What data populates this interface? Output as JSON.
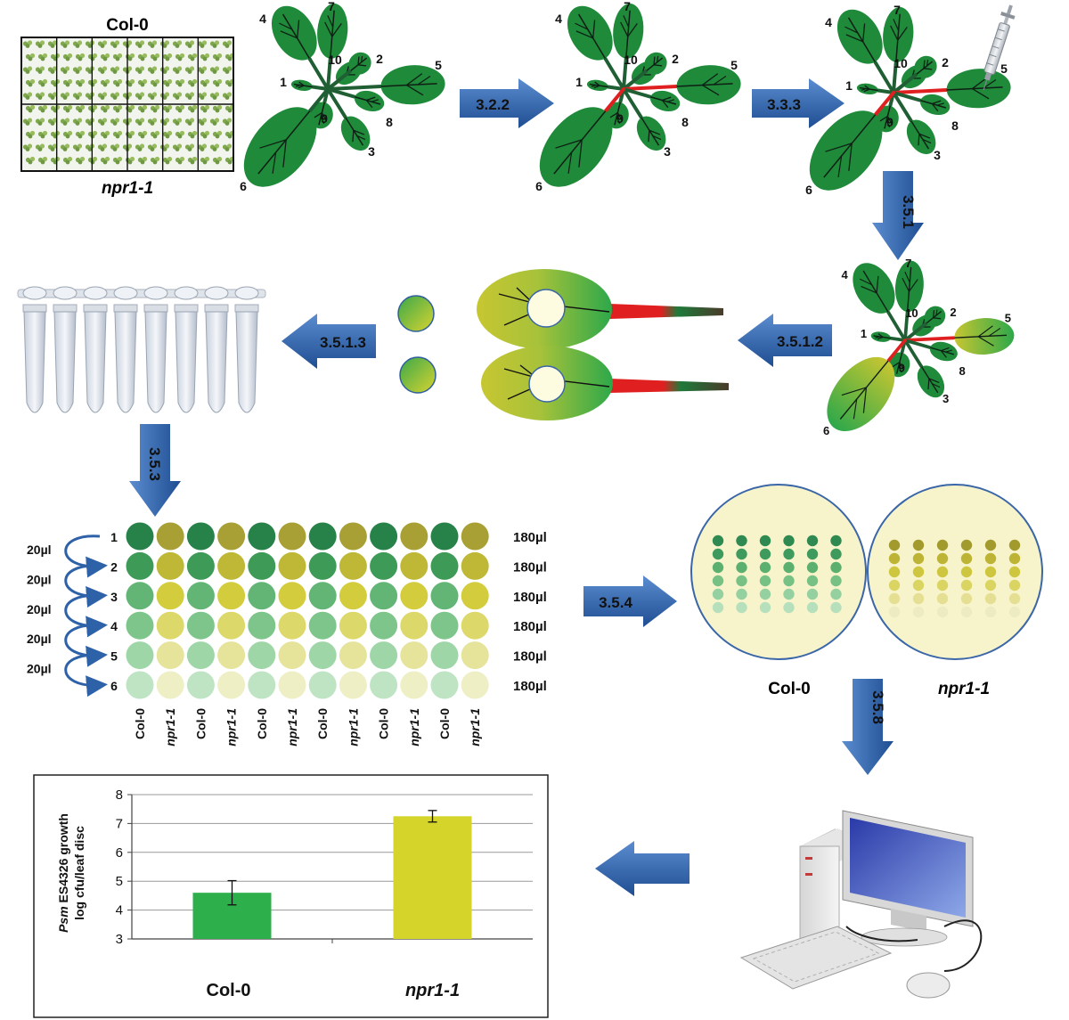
{
  "tray": {
    "top_label": "Col-0",
    "bottom_label": "npr1-1"
  },
  "leaf_numbers": [
    "1",
    "2",
    "3",
    "4",
    "5",
    "6",
    "7",
    "8",
    "9",
    "10"
  ],
  "steps": {
    "s1": "3.2.2",
    "s2": "3.3.3",
    "s3": "3.5.1",
    "s4": "3.5.1.2",
    "s5": "3.5.1.3",
    "s6": "3.5.3",
    "s7": "3.5.4",
    "s8": "3.5.8"
  },
  "dilution": {
    "row_numbers": [
      "1",
      "2",
      "3",
      "4",
      "5",
      "6"
    ],
    "transfer_label": "20µl",
    "volume_label": "180µl",
    "column_labels": [
      "Col-0",
      "npr1-1",
      "Col-0",
      "npr1-1",
      "Col-0",
      "npr1-1",
      "Col-0",
      "npr1-1",
      "Col-0",
      "npr1-1",
      "Col-0",
      "npr1-1"
    ]
  },
  "plates": {
    "left_label": "Col-0",
    "right_label": "npr1-1"
  },
  "colors": {
    "arrow_blue": "#2e62a8",
    "leaf_green": "#1e8a3a",
    "petiole_red": "#e02020",
    "plate_fill": "#f7f4cc",
    "bar_col0": "#2db04b",
    "bar_npr": "#d4d42a"
  },
  "chart_data": {
    "type": "bar",
    "categories": [
      "Col-0",
      "npr1-1"
    ],
    "values": [
      4.6,
      7.25
    ],
    "error": [
      0.42,
      0.2
    ],
    "ylabel_italic": "Psm",
    "ylabel_rest": " ES4326 growth",
    "ylabel_line2": "log cfu/leaf disc",
    "ylim": [
      3,
      8
    ],
    "yticks": [
      "3",
      "4",
      "5",
      "6",
      "7",
      "8"
    ],
    "grid": true
  }
}
